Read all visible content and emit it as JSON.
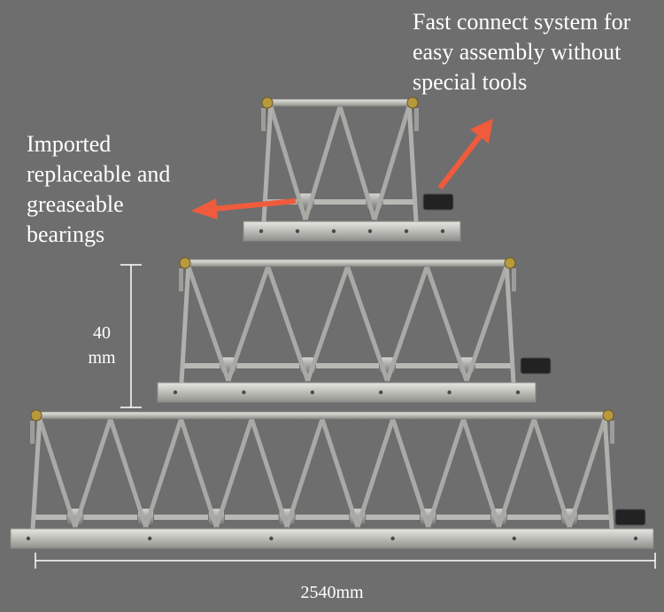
{
  "annotations": {
    "fast_connect": [
      "Fast connect system for",
      "easy assembly without",
      "special tools"
    ],
    "bearings": [
      "Imported",
      "replaceable and",
      "greaseable",
      "bearings"
    ],
    "height": [
      "40",
      "mm"
    ],
    "width": "2540mm"
  },
  "colors": {
    "background": "#6e6e6e",
    "arrow": "#ef5b3c",
    "steel": "#c8c8c4",
    "steel_dark": "#8d8d8a",
    "text": "#ffffff"
  },
  "trusses": [
    {
      "name": "small",
      "bays": 2,
      "rollers": 2
    },
    {
      "name": "medium",
      "bays": 4,
      "rollers": 4
    },
    {
      "name": "large",
      "bays": 8,
      "rollers": 8
    }
  ]
}
